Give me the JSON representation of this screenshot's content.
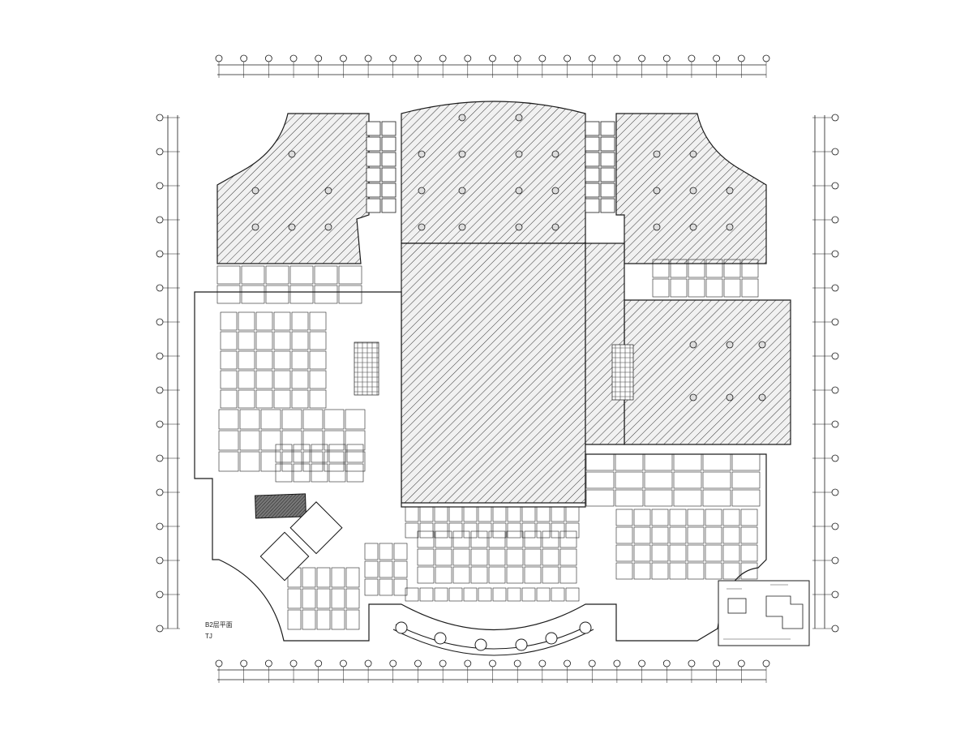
{
  "drawing": {
    "title": "B2层平面",
    "subtitle": "TJ"
  },
  "colors": {
    "line": "#1a1a1a",
    "hatch": "#3a3a3a",
    "background": "#ffffff"
  },
  "grid": {
    "top_count": 23,
    "side_count": 16
  }
}
